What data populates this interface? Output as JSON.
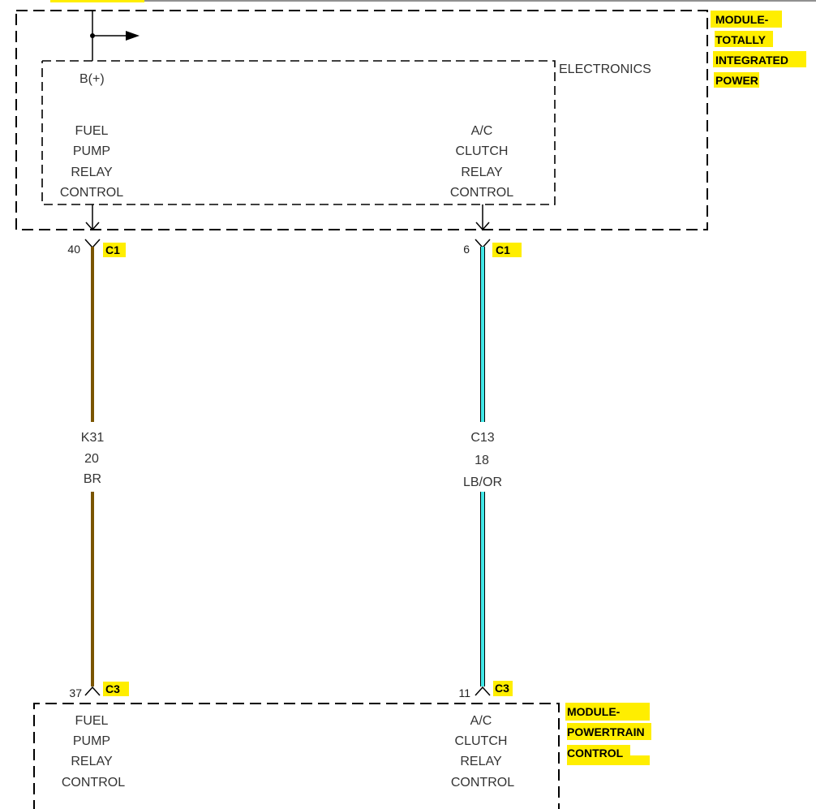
{
  "colors": {
    "wire_br": "#7a5500",
    "wire_lb": "#40e6e6",
    "highlight": "#ffee00"
  },
  "tipm": {
    "module_label": [
      "MODULE-",
      "TOTALLY",
      "INTEGRATED",
      "POWER"
    ],
    "electronics_label": "ELECTRONICS",
    "power_label": "B(+)"
  },
  "pcm": {
    "module_label": [
      "MODULE-",
      "POWERTRAIN",
      "CONTROL"
    ]
  },
  "circuits": [
    {
      "function": [
        "FUEL",
        "PUMP",
        "RELAY",
        "CONTROL"
      ],
      "top_pin": "40",
      "top_connector": "C1",
      "wire": [
        "K31",
        "20",
        "BR"
      ],
      "bottom_pin": "37",
      "bottom_connector": "C3"
    },
    {
      "function": [
        "A/C",
        "CLUTCH",
        "RELAY",
        "CONTROL"
      ],
      "top_pin": "6",
      "top_connector": "C1",
      "wire": [
        "C13",
        "18",
        "LB/OR"
      ],
      "bottom_pin": "11",
      "bottom_connector": "C3"
    }
  ]
}
